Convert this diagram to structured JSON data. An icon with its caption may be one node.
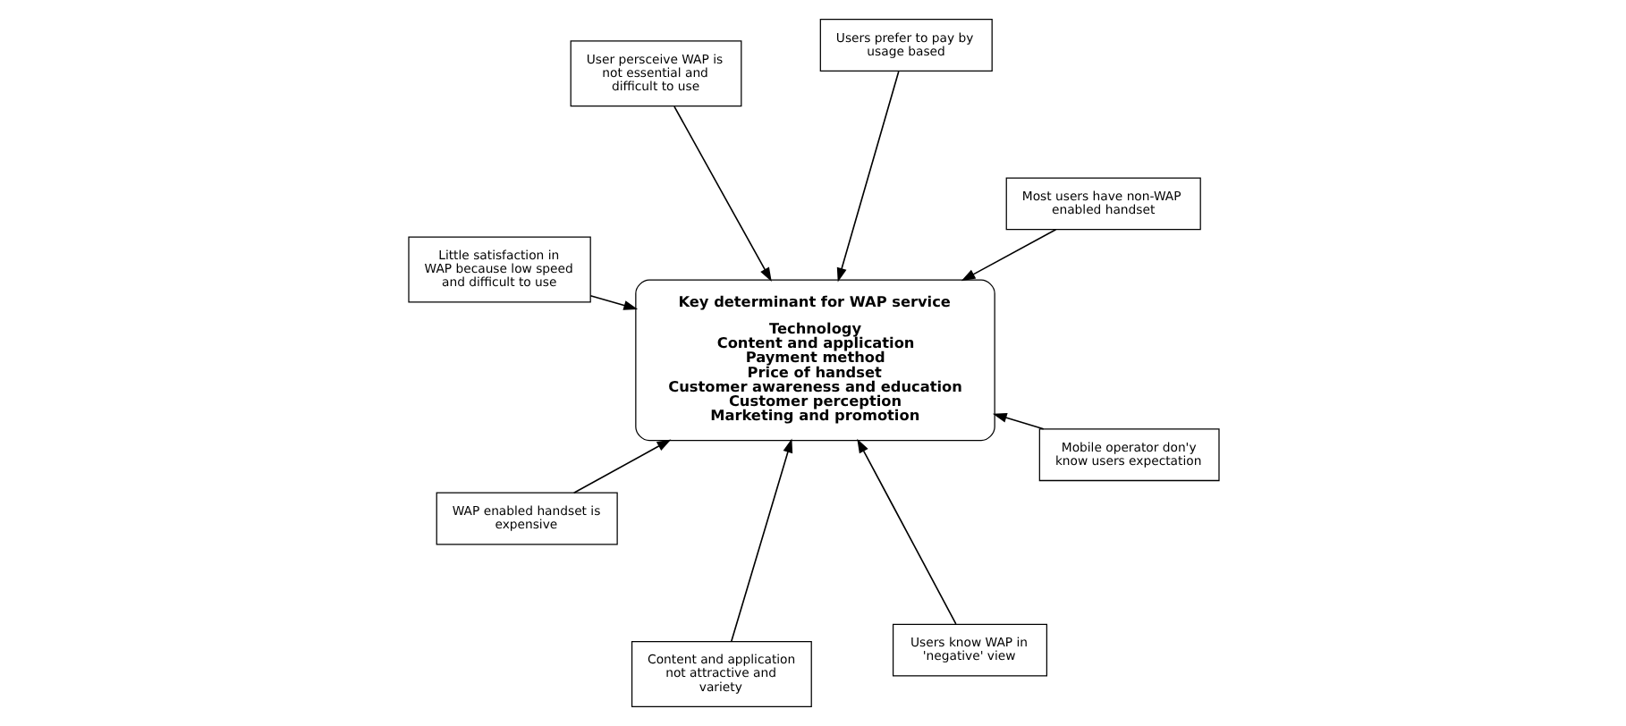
{
  "diagram": {
    "nodes": [
      {
        "text": [
          "Little satisfaction in WAP because low speed and difficult to use"
        ]
      },
      {
        "text": [
          "Most users have non-WAP enabled handset"
        ]
      },
      {
        "text": [
          "Users know WAP in 'negative' view"
        ]
      },
      {
        "text": [
          "Users prefer to pay by usage based"
        ]
      },
      {
        "text": [
          "Key determinant for WAP service",
          "Technology",
          "Content and application",
          "Payment method",
          "Price of handset",
          "Customer awareness and education",
          "Customer perception",
          "Marketing and promotion"
        ]
      },
      {
        "text": [
          "User persceive WAP is not essential and difficult to use"
        ]
      },
      {
        "text": [
          "WAP enabled handset is expensive"
        ]
      },
      {
        "text": [
          "Mobile operator don'y know users expectation"
        ]
      },
      {
        "text": [
          "Content and application not attractive and variety"
        ]
      }
    ],
    "edges": [
      {
        "from": 0,
        "to": 4,
        "arrow": "to"
      },
      {
        "from": 1,
        "to": 4,
        "arrow": "to"
      },
      {
        "from": 2,
        "to": 4,
        "arrow": "to"
      },
      {
        "from": 3,
        "to": 4,
        "arrow": "to"
      },
      {
        "from": 5,
        "to": 4,
        "arrow": "to"
      },
      {
        "from": 6,
        "to": 4,
        "arrow": "to"
      },
      {
        "from": 7,
        "to": 4,
        "arrow": "to"
      },
      {
        "from": 8,
        "to": 4,
        "arrow": "to"
      }
    ]
  }
}
